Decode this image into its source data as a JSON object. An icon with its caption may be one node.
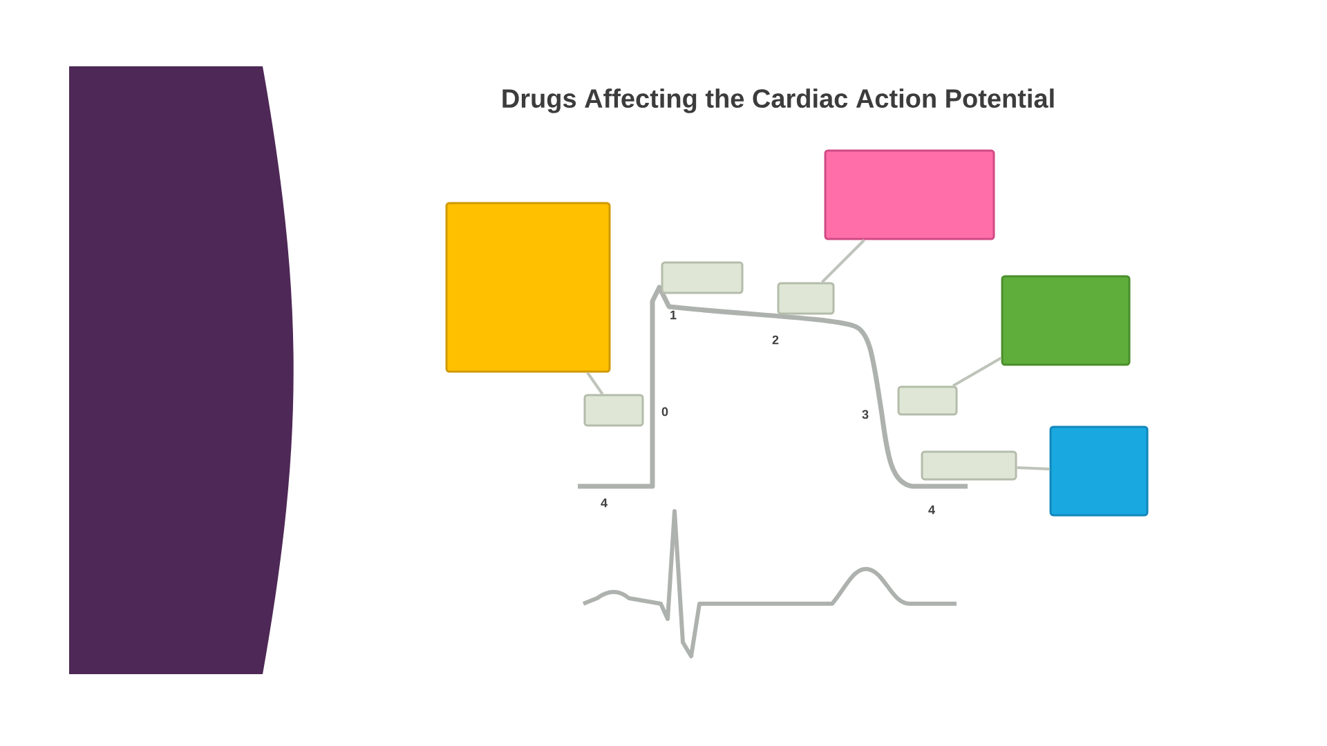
{
  "diagram": {
    "title": "Drugs Affecting the Cardiac Action Potential",
    "nodes": [
      {
        "text": [],
        "shape": "box"
      },
      {
        "text": [],
        "shape": "box"
      },
      {
        "text": [],
        "shape": "box"
      },
      {
        "text": [],
        "shape": "box"
      },
      {
        "text": [],
        "shape": "box"
      },
      {
        "text": [],
        "shape": "box"
      },
      {
        "text": [],
        "shape": "box"
      },
      {
        "text": [],
        "shape": "box"
      },
      {
        "text": [],
        "shape": "box"
      }
    ],
    "edges": [
      {
        "from": 1,
        "to": 6,
        "arrow": "none"
      },
      {
        "from": 0,
        "to": 3,
        "arrow": "none"
      },
      {
        "from": 4,
        "to": 5,
        "arrow": "none"
      },
      {
        "from": 7,
        "to": 8,
        "arrow": "none"
      }
    ],
    "labels": [
      "0",
      "1",
      "2",
      "3",
      "4",
      "4"
    ]
  }
}
